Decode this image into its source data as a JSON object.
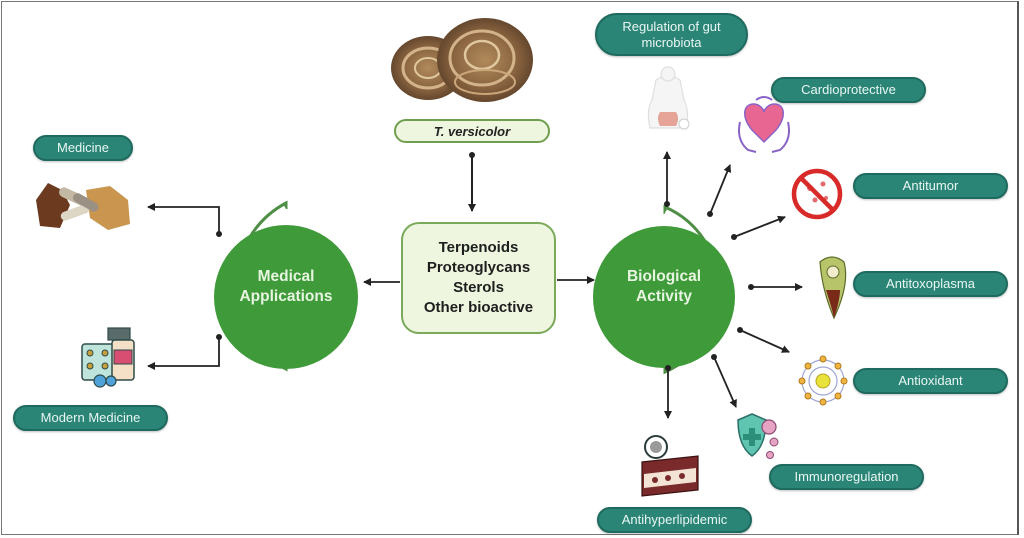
{
  "source": {
    "label": "T. versicolor",
    "image": "trametes-mushroom-image"
  },
  "compounds": {
    "items": [
      "Terpenoids",
      "Proteoglycans",
      "Sterols",
      "Other bioactive"
    ]
  },
  "hubs": {
    "medical": {
      "line1": "Medical",
      "line2": "Applications"
    },
    "biological": {
      "line1": "Biological",
      "line2": "Activity"
    }
  },
  "medical_applications": [
    {
      "label": "Medicine",
      "icon": "herbal-medicine-icon"
    },
    {
      "label": "Modern Medicine",
      "icon": "pills-bottle-icon"
    }
  ],
  "biological_activities": [
    {
      "label": "Regulation of gut microbiota",
      "line1": "Regulation of gut",
      "line2": "microbiota",
      "icon": "gut-body-icon"
    },
    {
      "label": "Cardioprotective",
      "icon": "heart-hands-icon"
    },
    {
      "label": "Antitumor",
      "icon": "no-cancer-cell-icon"
    },
    {
      "label": "Antitoxoplasma",
      "icon": "toxoplasma-parasite-icon"
    },
    {
      "label": "Antioxidant",
      "icon": "antioxidant-molecule-icon"
    },
    {
      "label": "Immunoregulation",
      "icon": "immune-shield-icon"
    },
    {
      "label": "Antihyperlipidemic",
      "icon": "blood-vessel-lipid-icon"
    }
  ],
  "colors": {
    "hub_green": "#3f9a3a",
    "ring_green": "#4e8f45",
    "pill_teal": "#2a8577",
    "box_fill": "#eef6df",
    "arrow": "#222222"
  }
}
